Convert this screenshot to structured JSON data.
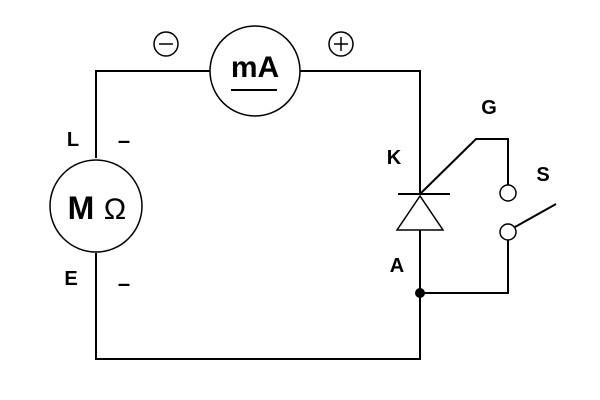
{
  "ammeter": {
    "unit": "mA",
    "negative_sign": "−",
    "positive_sign": "+"
  },
  "megohmmeter": {
    "unit_prefix": "M",
    "unit_symbol": "Ω",
    "terminal_l": "L",
    "terminal_e": "E",
    "terminal_l_sign": "–",
    "terminal_e_sign": "–"
  },
  "thyristor": {
    "cathode": "K",
    "anode": "A",
    "gate": "G"
  },
  "switch": {
    "label": "S"
  },
  "colors": {
    "line": "#000000",
    "background": "#ffffff"
  }
}
